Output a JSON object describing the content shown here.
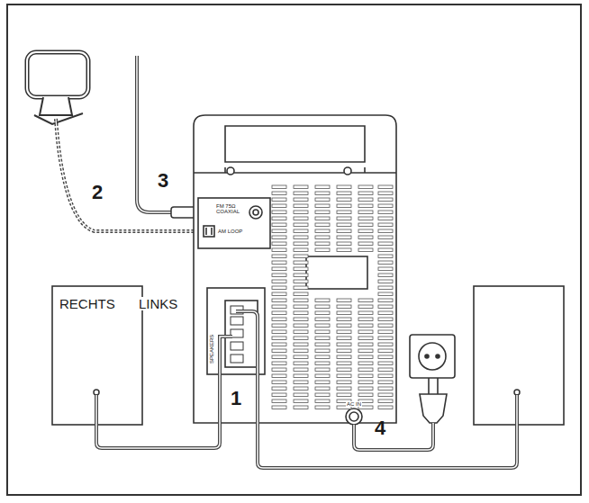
{
  "diagram": {
    "labels": [
      "RECHTS",
      "LINKS",
      "1",
      "2",
      "3",
      "4",
      "FM 75Ω COAXIAL",
      "AM LOOP",
      "AC IN",
      "SPEAKERS"
    ]
  }
}
